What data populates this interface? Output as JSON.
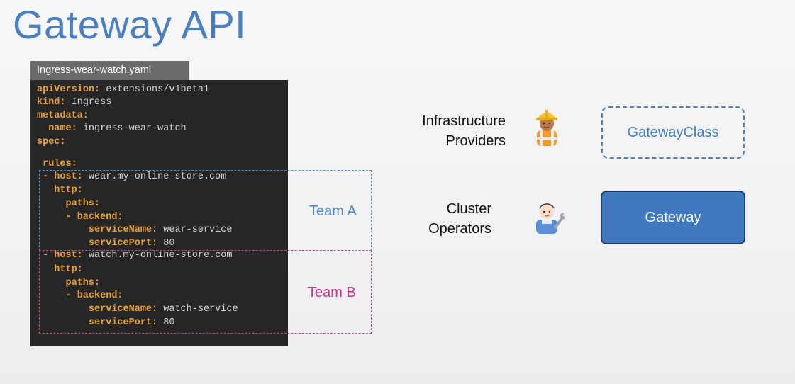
{
  "title": "Gateway API",
  "file_tab": "Ingress-wear-watch.yaml",
  "code_lines": [
    {
      "key": "apiVersion:",
      "value": " extensions/v1beta1",
      "indent": ""
    },
    {
      "key": "kind:",
      "value": " Ingress",
      "indent": ""
    },
    {
      "key": "metadata:",
      "value": "",
      "indent": ""
    },
    {
      "key": "name:",
      "value": " ingress-wear-watch",
      "indent": "  "
    },
    {
      "key": "spec:",
      "value": "",
      "indent": ""
    },
    {
      "key": "rules:",
      "value": "",
      "indent": " "
    },
    {
      "key": "- host:",
      "value": " wear.my-online-store.com",
      "indent": " "
    },
    {
      "key": "http:",
      "value": "",
      "indent": "   "
    },
    {
      "key": "paths:",
      "value": "",
      "indent": "     "
    },
    {
      "key": "- backend:",
      "value": "",
      "indent": "     "
    },
    {
      "key": "serviceName:",
      "value": " wear-service",
      "indent": "         "
    },
    {
      "key": "servicePort:",
      "value": " 80",
      "indent": "         "
    },
    {
      "key": "- host:",
      "value": " watch.my-online-store.com",
      "indent": " "
    },
    {
      "key": "http:",
      "value": "",
      "indent": "   "
    },
    {
      "key": "paths:",
      "value": "",
      "indent": "     "
    },
    {
      "key": "- backend:",
      "value": "",
      "indent": "     "
    },
    {
      "key": "serviceName:",
      "value": " watch-service",
      "indent": "         "
    },
    {
      "key": "servicePort:",
      "value": " 80",
      "indent": "         "
    }
  ],
  "teams": {
    "team_a": "Team A",
    "team_b": "Team B"
  },
  "roles": {
    "infra_line1": "Infrastructure",
    "infra_line2": "Providers",
    "cluster_line1": "Cluster",
    "cluster_line2": "Operators"
  },
  "resources": {
    "gateway_class": "GatewayClass",
    "gateway": "Gateway"
  },
  "colors": {
    "title": "#4a80c0",
    "yaml_key": "#e8a33c",
    "team_a": "#4a86c4",
    "team_b": "#c63488",
    "gateway_fill": "#4079c0"
  }
}
